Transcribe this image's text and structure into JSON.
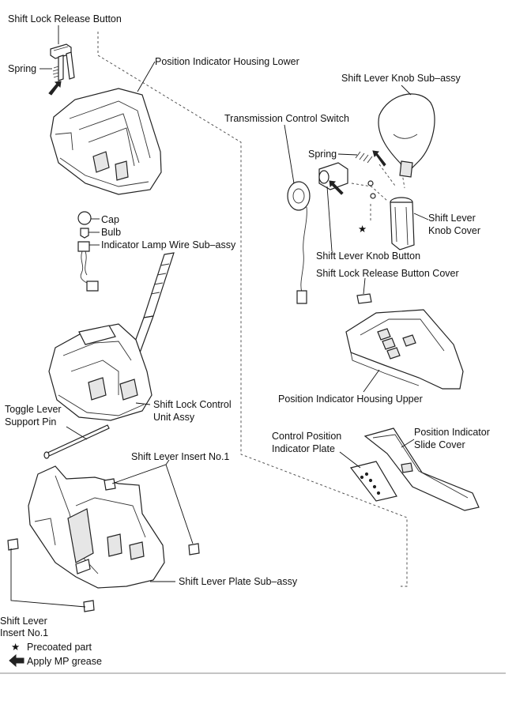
{
  "labels": {
    "shift_lock_release_button": "Shift Lock Release Button",
    "spring_left": "Spring",
    "position_indicator_housing_lower": "Position Indicator Housing Lower",
    "cap": "Cap",
    "bulb": "Bulb",
    "indicator_lamp_wire": "Indicator Lamp Wire Sub–assy",
    "shift_lock_control_unit": [
      "Shift Lock Control",
      "Unit Assy"
    ],
    "toggle_lever_support_pin": [
      "Toggle Lever",
      "Support Pin"
    ],
    "shift_lever_insert_top": "Shift Lever Insert No.1",
    "shift_lever_plate": "Shift Lever Plate Sub–assy",
    "shift_lever_insert_bottom": [
      "Shift Lever",
      "Insert No.1"
    ],
    "shift_lever_knob": "Shift Lever Knob Sub–assy",
    "transmission_control_switch": "Transmission Control Switch",
    "spring_right": "Spring",
    "shift_lever_knob_cover": [
      "Shift Lever",
      "Knob Cover"
    ],
    "shift_lever_knob_button": "Shift Lever Knob Button",
    "shift_lock_release_button_cover": "Shift Lock Release Button Cover",
    "position_indicator_housing_upper": "Position Indicator Housing Upper",
    "control_position_indicator_plate": [
      "Control Position",
      "Indicator Plate"
    ],
    "position_indicator_slide_cover": [
      "Position Indicator",
      "Slide Cover"
    ]
  },
  "legend": {
    "star_symbol": "★",
    "star_text": "Precoated part",
    "arrow_text": "Apply MP grease"
  }
}
